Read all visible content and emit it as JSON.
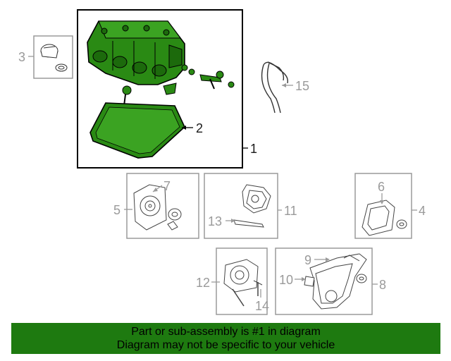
{
  "callouts": {
    "c1": "1",
    "c2": "2",
    "c3": "3",
    "c4": "4",
    "c5": "5",
    "c6": "6",
    "c7": "7",
    "c8": "8",
    "c9": "9",
    "c10": "10",
    "c11": "11",
    "c12": "12",
    "c13": "13",
    "c14": "14",
    "c15": "15"
  },
  "notice": {
    "line1": "Part or sub-assembly is #1 in diagram",
    "line2": "Diagram may not be specific to your vehicle"
  },
  "colors": {
    "highlight_green": "#2a8a14",
    "banner_green": "#1e7a10",
    "outline": "#000000",
    "inactive_gray": "#9a9a9a"
  }
}
